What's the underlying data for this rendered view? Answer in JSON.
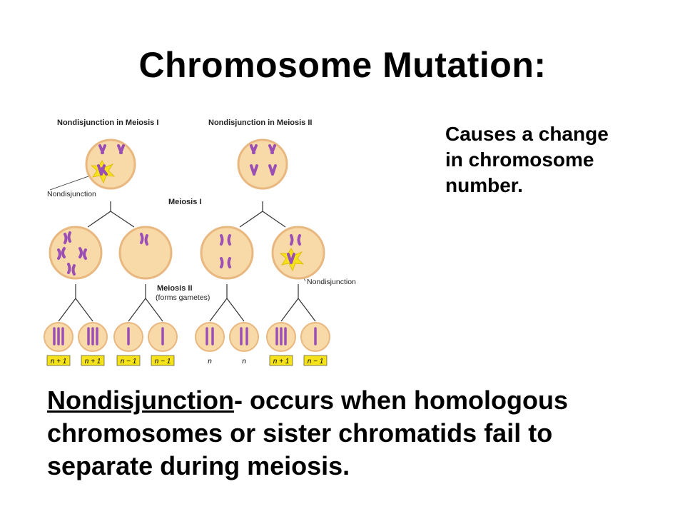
{
  "slide": {
    "title": "Chromosome Mutation:",
    "side_note": [
      "Causes a change",
      "in chromosome",
      "number."
    ],
    "definition": {
      "term": "Nondisjunction",
      "rest_line1": "- occurs when homologous",
      "line2": "chromosomes or sister chromatids fail to",
      "line3": "separate during meiosis."
    }
  },
  "figure": {
    "heading_left": "Nondisjunction in Meiosis I",
    "heading_right": "Nondisjunction in Meiosis II",
    "meiosis1_label": "Meiosis I",
    "meiosis2_label": "Meiosis II",
    "meiosis2_sublabel": "(forms gametes)",
    "nondisjunction_label_left": "Nondisjunction",
    "nondisjunction_label_right": "Nondisjunction",
    "gamete_labels": [
      "n + 1",
      "n + 1",
      "n − 1",
      "n − 1",
      "n",
      "n",
      "n + 1",
      "n − 1"
    ],
    "colors": {
      "cell_fill": "#f8d9a8",
      "cell_edge": "#e8b880",
      "chromosome": "#9b4fb5",
      "burst": "#f6e21b",
      "label_box": "#f6e21b"
    }
  }
}
